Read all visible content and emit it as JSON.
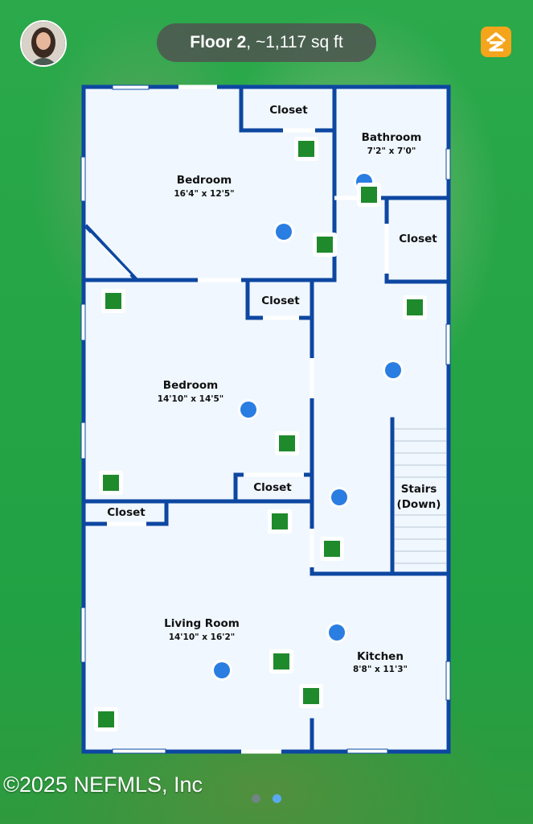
{
  "header": {
    "floor_label": "Floor 2",
    "area_label": ", ~1,117 sq ft"
  },
  "copyright": "©2025 NEFMLS, Inc",
  "colors": {
    "wall": "#0d47a1",
    "floor": "#f0f7ff",
    "camera_dot": "#2a7de1",
    "photo_marker": "#1e8a2c"
  },
  "rooms": {
    "bedroom_1": {
      "name": "Bedroom",
      "dims": "16'4\" x 12'5\""
    },
    "bathroom": {
      "name": "Bathroom",
      "dims": "7'2\" x 7'0\""
    },
    "closet_1": {
      "name": "Closet"
    },
    "closet_2": {
      "name": "Closet"
    },
    "closet_3": {
      "name": "Closet"
    },
    "closet_4": {
      "name": "Closet"
    },
    "closet_5": {
      "name": "Closet"
    },
    "bedroom_2": {
      "name": "Bedroom",
      "dims": "14'10\" x 14'5\""
    },
    "stairs": {
      "name": "Stairs",
      "sub": "(Down)"
    },
    "living_room": {
      "name": "Living Room",
      "dims": "14'10\" x 16'2\""
    },
    "kitchen": {
      "name": "Kitchen",
      "dims": "8'8\" x 11'3\""
    }
  },
  "page_indicator": {
    "count": 2,
    "active": 2
  }
}
